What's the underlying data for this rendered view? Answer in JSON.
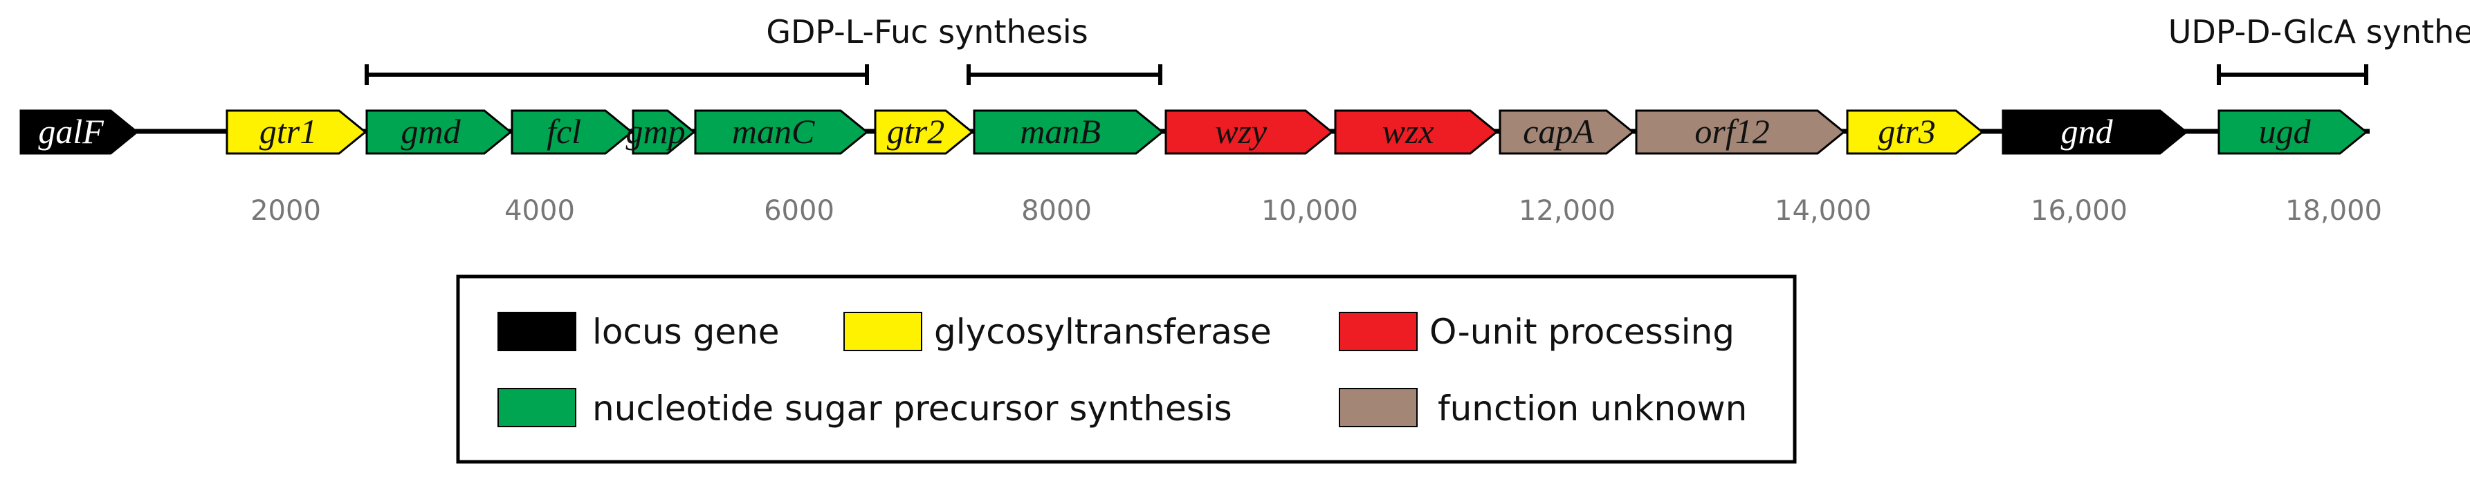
{
  "colors": {
    "locus": "#000000",
    "glycosyltransferase": "#FFF200",
    "nucleotide": "#00A551",
    "ounit": "#EE1D23",
    "unknown": "#A38676",
    "backbone": "#000000"
  },
  "diagram": {
    "axis_ticks": [
      "2000",
      "4000",
      "6000",
      "8000",
      "10,000",
      "12,000",
      "14,000",
      "16,000",
      "18,000"
    ],
    "regions": [
      {
        "label": "GDP-L-Fuc synthesis"
      },
      {
        "label": "UDP-D-GlcA synthesis"
      }
    ],
    "genes": [
      {
        "name": "galF",
        "category": "locus"
      },
      {
        "name": "gtr1",
        "category": "glycosyltransferase"
      },
      {
        "name": "gmd",
        "category": "nucleotide"
      },
      {
        "name": "fcl",
        "category": "nucleotide"
      },
      {
        "name": "gmp",
        "category": "nucleotide"
      },
      {
        "name": "manC",
        "category": "nucleotide"
      },
      {
        "name": "gtr2",
        "category": "glycosyltransferase"
      },
      {
        "name": "manB",
        "category": "nucleotide"
      },
      {
        "name": "wzy",
        "category": "ounit"
      },
      {
        "name": "wzx",
        "category": "ounit"
      },
      {
        "name": "capA",
        "category": "unknown"
      },
      {
        "name": "orf12",
        "category": "unknown"
      },
      {
        "name": "gtr3",
        "category": "glycosyltransferase"
      },
      {
        "name": "gnd",
        "category": "locus"
      },
      {
        "name": "ugd",
        "category": "nucleotide"
      }
    ]
  },
  "legend": {
    "items": [
      {
        "category": "locus",
        "label": "locus gene"
      },
      {
        "category": "glycosyltransferase",
        "label": "glycosyltransferase"
      },
      {
        "category": "ounit",
        "label": "O-unit processing"
      },
      {
        "category": "nucleotide",
        "label": "nucleotide sugar precursor synthesis"
      },
      {
        "category": "unknown",
        "label": "function unknown"
      }
    ]
  }
}
